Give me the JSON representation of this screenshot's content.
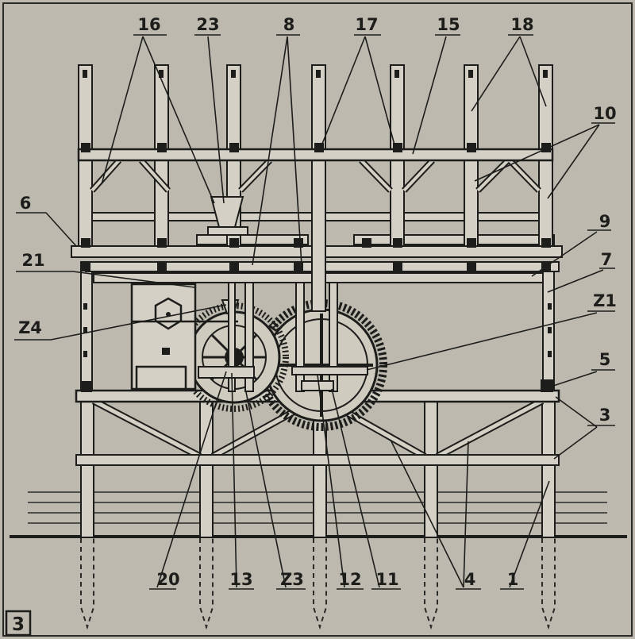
{
  "figure_number": "3",
  "callouts": {
    "c16": "16",
    "c23": "23",
    "c8": "8",
    "c17": "17",
    "c15": "15",
    "c18": "18",
    "c10": "10",
    "c6": "6",
    "c9": "9",
    "c21": "21",
    "c7": "7",
    "cZ4": "Z4",
    "cZ1": "Z1",
    "c5": "5",
    "c3": "3",
    "c20": "20",
    "c13": "13",
    "cZ3": "Z3",
    "c12": "12",
    "c11": "11",
    "c4": "4",
    "c1": "1"
  }
}
